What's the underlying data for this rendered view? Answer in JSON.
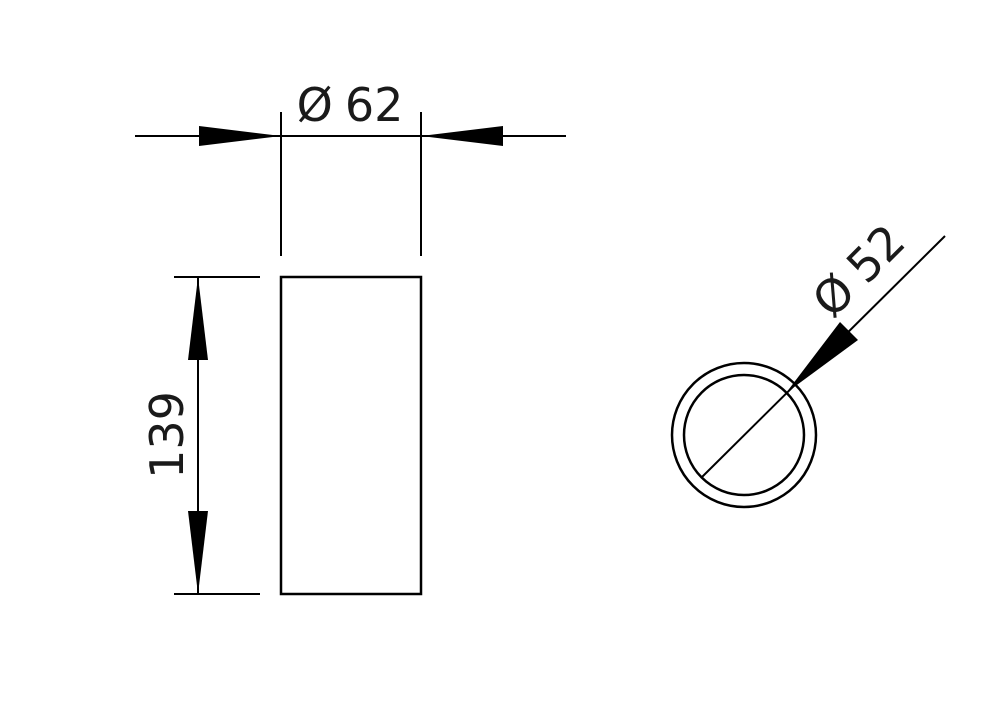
{
  "drawing": {
    "top_diameter": {
      "symbol": "Ø",
      "value": "62"
    },
    "height": {
      "value": "139"
    },
    "circle_diameter": {
      "symbol": "Ø",
      "value": "52"
    },
    "colors": {
      "line": "#000000",
      "text": "#1a1a1a",
      "background": "#ffffff"
    }
  }
}
